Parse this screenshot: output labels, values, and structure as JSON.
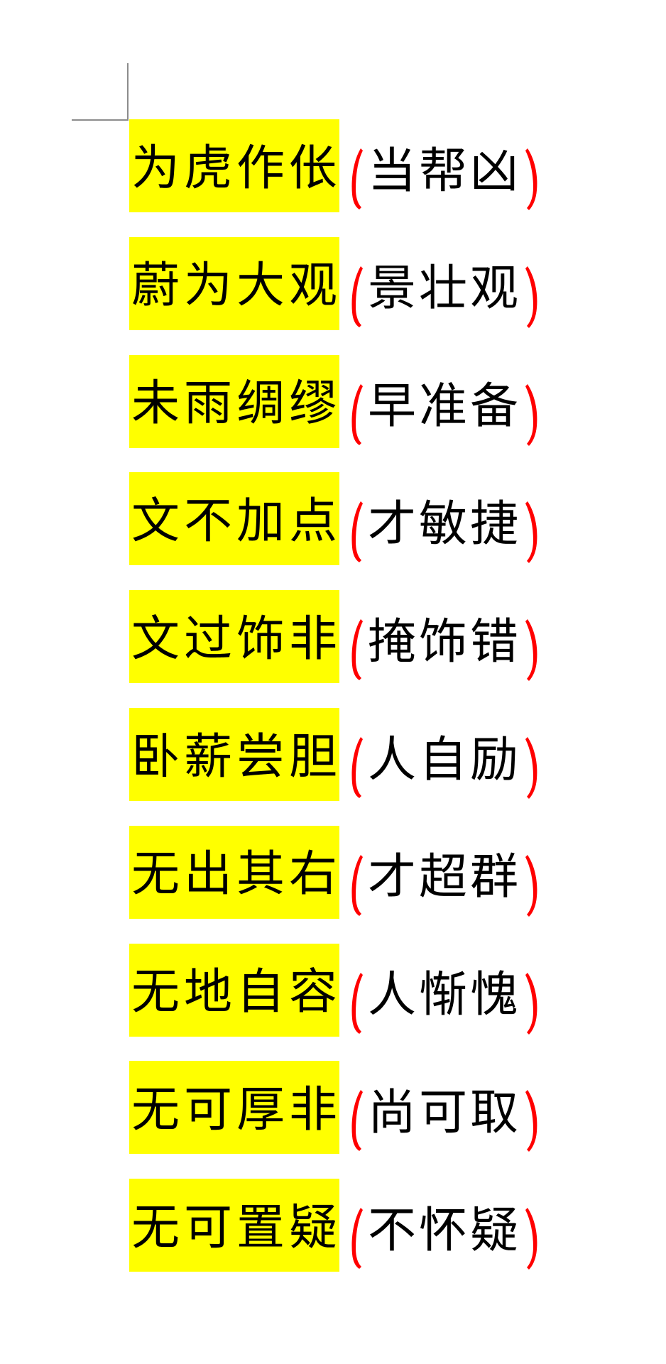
{
  "document": {
    "highlight_color": "#ffff00",
    "paren_color": "#ff0000",
    "text_color": "#000000",
    "rows": [
      {
        "idiom": "为虎作伥",
        "meaning": "当帮凶"
      },
      {
        "idiom": "蔚为大观",
        "meaning": "景壮观"
      },
      {
        "idiom": "未雨绸缪",
        "meaning": "早准备"
      },
      {
        "idiom": "文不加点",
        "meaning": "才敏捷"
      },
      {
        "idiom": "文过饰非",
        "meaning": "掩饰错"
      },
      {
        "idiom": "卧薪尝胆",
        "meaning": "人自励"
      },
      {
        "idiom": "无出其右",
        "meaning": "才超群"
      },
      {
        "idiom": "无地自容",
        "meaning": "人惭愧"
      },
      {
        "idiom": "无可厚非",
        "meaning": "尚可取"
      },
      {
        "idiom": "无可置疑",
        "meaning": "不怀疑"
      }
    ]
  }
}
